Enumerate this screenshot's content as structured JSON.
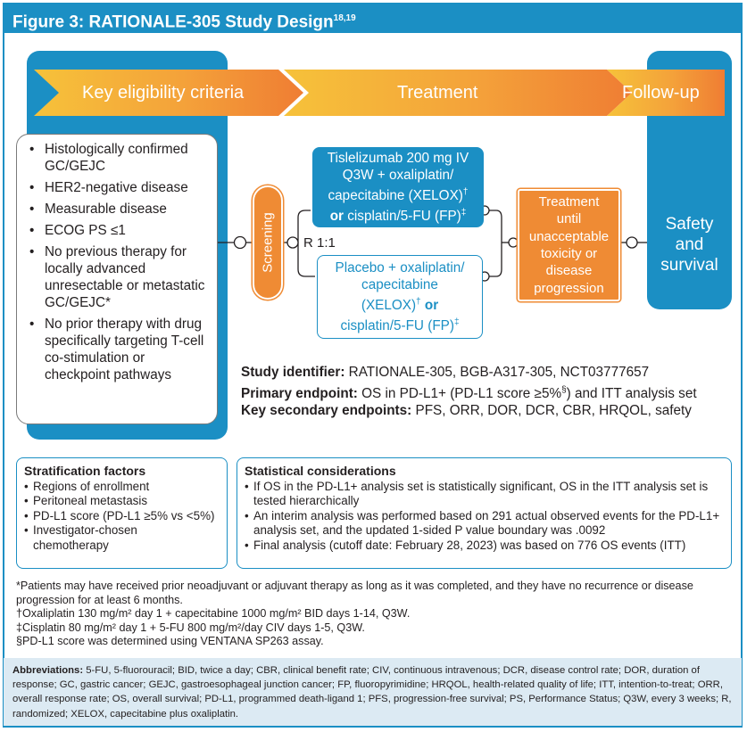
{
  "title": {
    "text": "Figure 3: RATIONALE-305 Study Design",
    "superscript": "18,19"
  },
  "colors": {
    "blue": "#1b8fc4",
    "orange": "#ef8b34",
    "light_blue_bg": "#dceaf3"
  },
  "phases": {
    "eligibility": "Key eligibility criteria",
    "treatment": "Treatment",
    "followup": "Follow-up"
  },
  "eligibility_criteria": [
    "Histologically confirmed GC/GEJC",
    "HER2-negative disease",
    "Measurable disease",
    "ECOG PS ≤1",
    "No previous therapy for locally advanced unresectable or metastatic GC/GEJC*",
    "No prior therapy with drug specifically targeting T-cell co-stimulation or checkpoint pathways"
  ],
  "screening_label": "Screening",
  "randomization_label": "R 1:1",
  "arm_experimental": {
    "line1": "Tislelizumab 200 mg IV",
    "line2": "Q3W + oxaliplatin/",
    "line3_a": "capecitabine (XELOX)",
    "line3_sup": "†",
    "line4_or": "or",
    "line4_b": " cisplatin/5-FU (FP)",
    "line4_sup": "‡"
  },
  "arm_control": {
    "line1": "Placebo + oxaliplatin/",
    "line2": "capecitabine",
    "line3_a": "(XELOX)",
    "line3_sup": "†",
    "line3_or": " or",
    "line4_a": "cisplatin/5-FU (FP)",
    "line4_sup": "‡"
  },
  "treatment_box": [
    "Treatment",
    "until",
    "unacceptable",
    "toxicity or",
    "disease",
    "progression"
  ],
  "followup_outcome": [
    "Safety",
    "and",
    "survival"
  ],
  "study_info": {
    "identifier_label": "Study identifier:",
    "identifier_value": " RATIONALE-305, BGB-A317-305, NCT03777657",
    "primary_label": "Primary endpoint:",
    "primary_value_a": " OS in PD-L1+ (PD-L1 score ≥5%",
    "primary_sup": "§",
    "primary_value_b": ") and ITT analysis set",
    "secondary_label": "Key secondary endpoints:",
    "secondary_value": " PFS, ORR, DOR, DCR, CBR, HRQOL, safety"
  },
  "stratification": {
    "title": "Stratification factors",
    "items": [
      "Regions of enrollment",
      "Peritoneal metastasis",
      "PD-L1 score (PD-L1 ≥5% vs <5%)",
      "Investigator-chosen chemotherapy"
    ]
  },
  "statistical": {
    "title": "Statistical considerations",
    "items": [
      "If OS in the PD-L1+ analysis set is statistically significant, OS in the ITT analysis set is tested hierarchically",
      "An interim analysis was performed based on 291 actual observed events for the PD-L1+ analysis set, and the updated 1-sided P value boundary was .0092",
      "Final analysis (cutoff date: February 28, 2023) was based on 776 OS events (ITT)"
    ]
  },
  "footnotes": [
    "*Patients may have received prior neoadjuvant or adjuvant therapy as long as it was completed, and they have no recurrence or disease progression for at least 6 months.",
    "†Oxaliplatin 130 mg/m² day 1 + capecitabine 1000 mg/m² BID days 1-14, Q3W.",
    "‡Cisplatin 80 mg/m² day 1 + 5-FU 800 mg/m²/day CIV days 1-5, Q3W.",
    "§PD-L1 score was determined using VENTANA SP263 assay."
  ],
  "abbreviations": {
    "label": "Abbreviations:",
    "text": " 5-FU, 5-fluorouracil; BID, twice a day; CBR, clinical benefit rate; CIV, continuous intravenous; DCR, disease control rate; DOR, duration of response; GC, gastric cancer; GEJC, gastroesophageal junction cancer; FP, fluoropyrimidine; HRQOL, health-related quality of life; ITT, intention-to-treat; ORR, overall response rate; OS, overall survival; PD-L1, programmed death-ligand 1; PFS, progression-free survival; PS, Performance Status; Q3W, every 3 weeks; R, randomized; XELOX, capecitabine plus oxaliplatin."
  }
}
